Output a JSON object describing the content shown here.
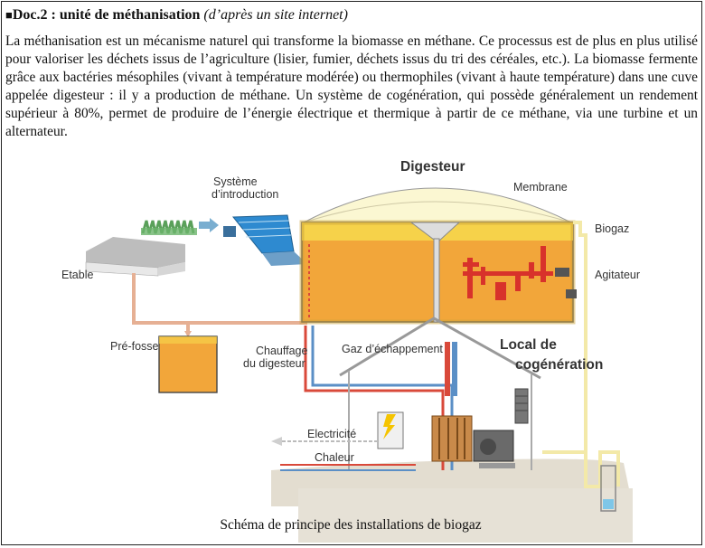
{
  "doc": {
    "marker": "■",
    "title": "Doc.2 : unité de méthanisation",
    "source": "(d’après un site internet)",
    "paragraph": "La méthanisation est un mécanisme naturel qui transforme la biomasse en méthane. Ce processus est de plus en plus utilisé pour valoriser les déchets issus de l’agriculture (lisier, fumier, déchets issus du tri des céréales, etc.). La biomasse fermente grâce aux bactéries mésophiles (vivant à température modérée) ou thermophiles (vivant à haute température) dans une cuve appelée digesteur : il y a production de méthane. Un système de cogénération, qui possède généralement un rendement supérieur à 80%, permet de produire de l’énergie électrique et thermique à partir de ce méthane, via une turbine et un alternateur.",
    "caption": "Schéma de principe des installations de biogaz"
  },
  "diagram": {
    "labels": {
      "digesteur": "Digesteur",
      "systeme_1": "Système",
      "systeme_2": "d’introduction",
      "membrane": "Membrane",
      "biogaz": "Biogaz",
      "agitateur": "Agitateur",
      "etable": "Etable",
      "prefosse": "Pré-fosse",
      "chauffage_1": "Chauffage",
      "chauffage_2": "du digesteur",
      "gaz": "Gaz d’échappement",
      "local_1": "Local de",
      "local_2": "cogénération",
      "electricite": "Electricité",
      "chaleur": "Chaleur"
    },
    "colors": {
      "slurry": "#f2a63a",
      "slurry_top": "#f6d24a",
      "dome": "#fbf7d2",
      "pipe_heat": "#d9493a",
      "pipe_cold": "#5b8fc6",
      "pipe_gas": "#f3e9a8",
      "manure_pipe": "#e6b094",
      "agitator": "#d8322b",
      "ground": "#d8d2c4"
    }
  }
}
